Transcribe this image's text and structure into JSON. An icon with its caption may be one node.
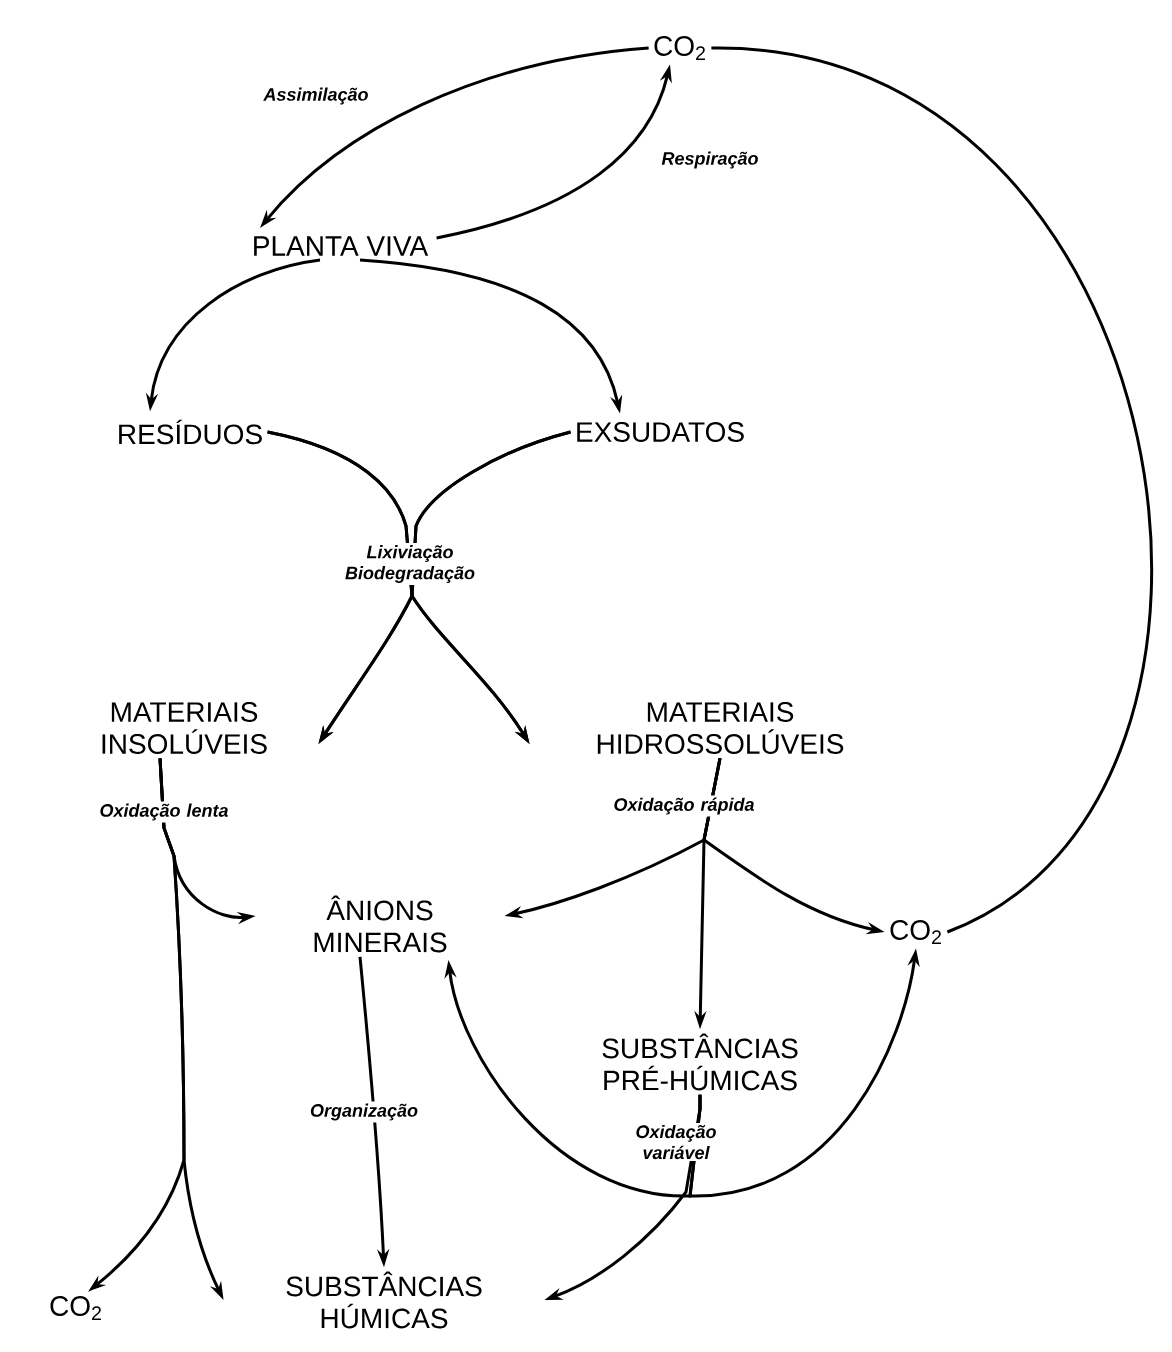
{
  "diagram": {
    "nodes": [
      {
        "text": [
          "CO$_{2}$"
        ]
      },
      {
        "text": [
          "PLANTA VIVA"
        ]
      },
      {
        "text": [
          "RESÍDUOS"
        ]
      },
      {
        "text": [
          "EXSUDATOS"
        ]
      },
      {
        "text": [
          "MATERIAIS INSOLÚVEIS"
        ]
      },
      {
        "text": [
          "MATERIAIS HIDROSSOLÚVEIS"
        ]
      },
      {
        "text": [
          "ÂNIONS MINERAIS"
        ]
      },
      {
        "text": [
          "CO$_{2}$"
        ]
      },
      {
        "text": [
          "SUBSTÂNCIAS PRÉ-HÚMICAS"
        ]
      },
      {
        "text": [
          "CO$_{2}$"
        ]
      },
      {
        "text": [
          "SUBSTÂNCIAS HÚMICAS"
        ]
      }
    ],
    "edges": [
      {
        "from": 0,
        "to": 1,
        "arrow": "to",
        "label": "Assimilação"
      },
      {
        "from": 1,
        "to": 0,
        "arrow": "to",
        "label": "Respiração"
      },
      {
        "from": 1,
        "to": 2,
        "arrow": "to"
      },
      {
        "from": 1,
        "to": 3,
        "arrow": "to"
      },
      {
        "from": 2,
        "to": 4,
        "arrow": "to"
      },
      {
        "from": 2,
        "to": 5,
        "arrow": "to"
      },
      {
        "from": 3,
        "to": 4,
        "arrow": "to"
      },
      {
        "from": 3,
        "to": 5,
        "arrow": "to"
      },
      {
        "from": 4,
        "to": 6,
        "arrow": "to"
      },
      {
        "from": 4,
        "to": 9,
        "arrow": "to"
      },
      {
        "from": 4,
        "to": 10,
        "arrow": "to"
      },
      {
        "from": 5,
        "to": 6,
        "arrow": "to"
      },
      {
        "from": 5,
        "to": 8,
        "arrow": "to"
      },
      {
        "from": 5,
        "to": 7,
        "arrow": "to"
      },
      {
        "from": 6,
        "to": 10,
        "arrow": "to",
        "label": "Organização"
      },
      {
        "from": 8,
        "to": 6,
        "arrow": "to"
      },
      {
        "from": 8,
        "to": 7,
        "arrow": "to"
      },
      {
        "from": 8,
        "to": 10,
        "arrow": "to"
      },
      {
        "from": 7,
        "to": 0,
        "arrow": "none"
      }
    ],
    "labels": [
      "Lixiviação Biodegradação",
      "Oxidação lenta",
      "Oxidação rápida",
      "Oxidação variável"
    ]
  }
}
